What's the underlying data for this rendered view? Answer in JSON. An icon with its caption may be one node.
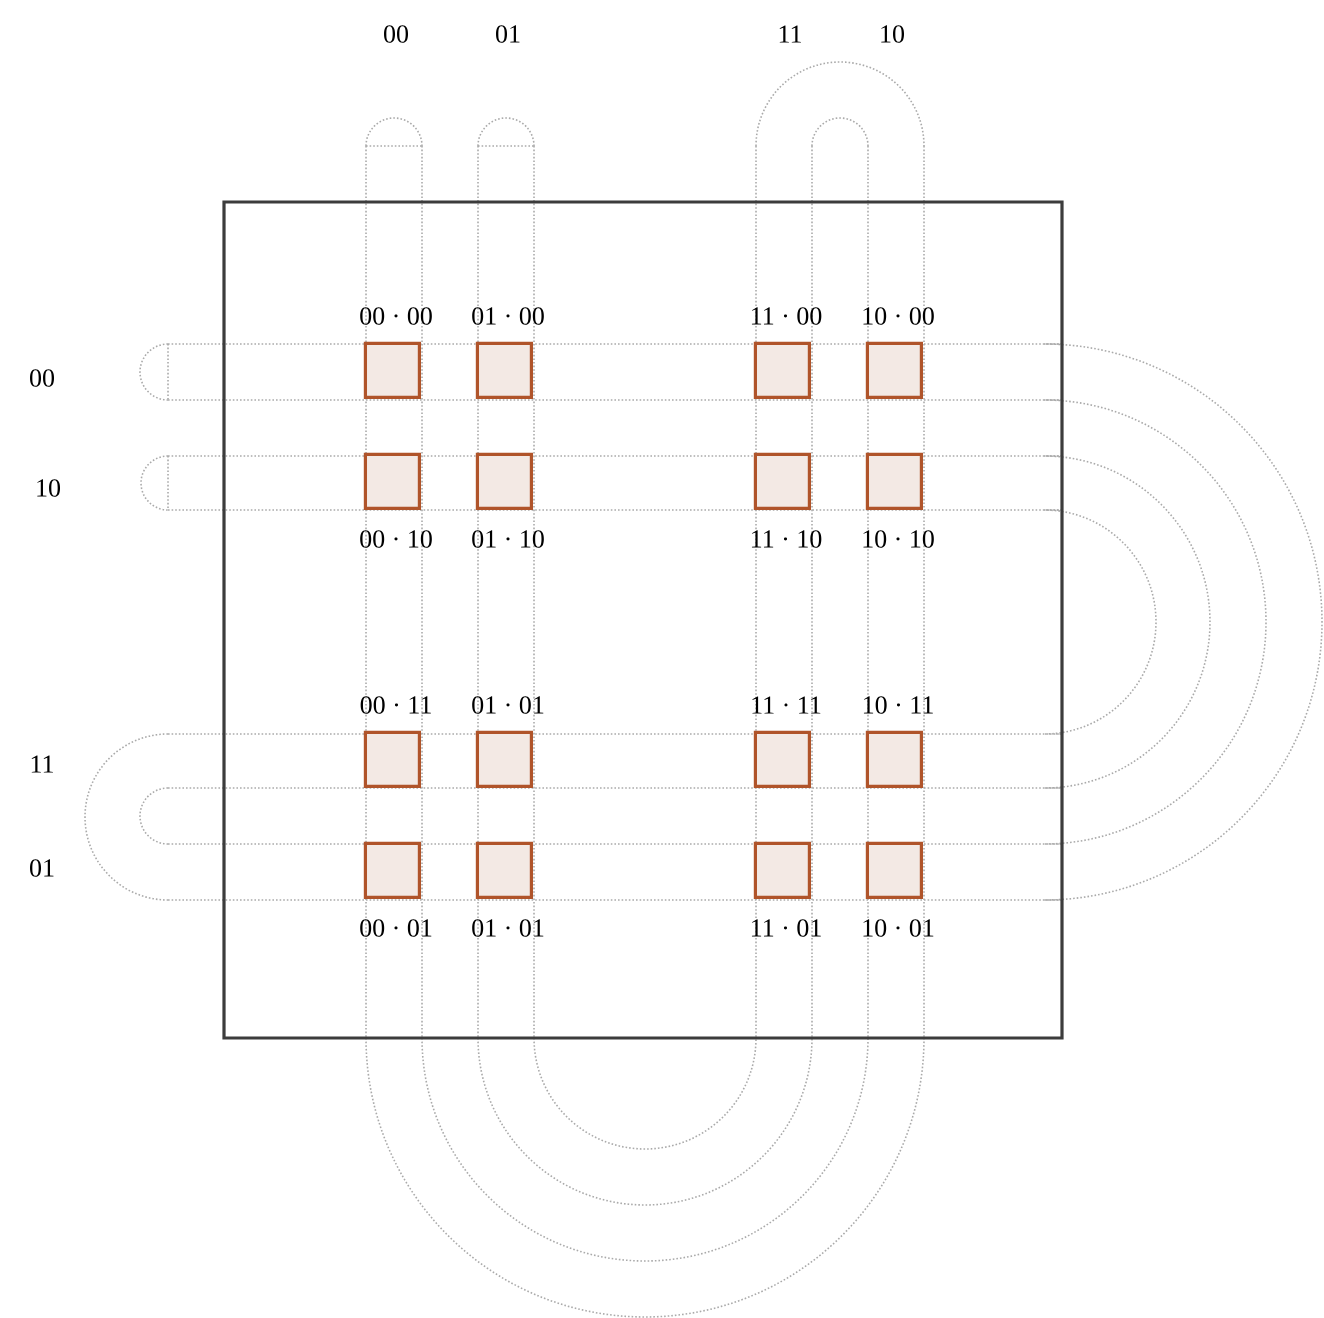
{
  "diagram": {
    "nodes": [
      {
        "text": [],
        "shape": "box"
      },
      {
        "text": [],
        "shape": "box",
        "in": 0,
        "beside": [
          "00 · 00"
        ]
      },
      {
        "text": [],
        "shape": "box",
        "in": 0,
        "beside": [
          "01 · 00"
        ]
      },
      {
        "text": [],
        "shape": "box",
        "in": 0,
        "beside": [
          "11 · 00"
        ]
      },
      {
        "text": [],
        "shape": "box",
        "in": 0,
        "beside": [
          "10 · 00"
        ]
      },
      {
        "text": [],
        "shape": "box",
        "in": 0,
        "beside": [
          "00 · 10"
        ]
      },
      {
        "text": [],
        "shape": "box",
        "in": 0,
        "beside": [
          "01 · 10"
        ]
      },
      {
        "text": [],
        "shape": "box",
        "in": 0,
        "beside": [
          "11 · 10"
        ]
      },
      {
        "text": [],
        "shape": "box",
        "in": 0,
        "beside": [
          "10 · 10"
        ]
      },
      {
        "text": [],
        "shape": "box",
        "in": 0,
        "beside": [
          "00 · 11"
        ]
      },
      {
        "text": [],
        "shape": "box",
        "in": 0,
        "beside": [
          "01 · 01"
        ]
      },
      {
        "text": [],
        "shape": "box",
        "in": 0,
        "beside": [
          "11 · 11"
        ]
      },
      {
        "text": [],
        "shape": "box",
        "in": 0,
        "beside": [
          "10 · 11"
        ]
      },
      {
        "text": [],
        "shape": "box",
        "in": 0,
        "beside": [
          "00 · 01"
        ]
      },
      {
        "text": [],
        "shape": "box",
        "in": 0,
        "beside": [
          "01 · 01"
        ]
      },
      {
        "text": [],
        "shape": "box",
        "in": 0,
        "beside": [
          "11 · 01"
        ]
      },
      {
        "text": [],
        "shape": "box",
        "in": 0,
        "beside": [
          "10 · 01"
        ]
      }
    ],
    "labels": [
      "00",
      "01",
      "11",
      "10",
      "00",
      "10",
      "11",
      "01"
    ]
  }
}
